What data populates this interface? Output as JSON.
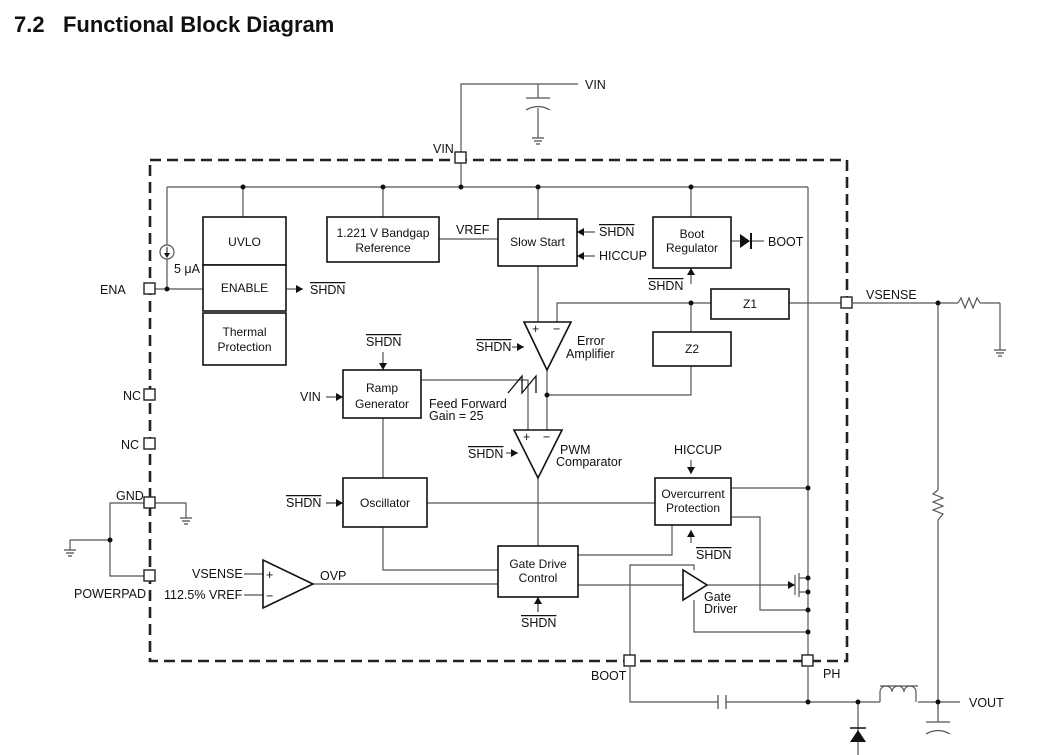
{
  "section": {
    "number": "7.2",
    "title": "Functional Block Diagram"
  },
  "blocks": {
    "uvlo": "UVLO",
    "enable": "ENABLE",
    "thermal": [
      "Thermal",
      "Protection"
    ],
    "bandgap": [
      "1.221 V Bandgap",
      "Reference"
    ],
    "slow_start": "Slow Start",
    "boot_regulator": [
      "Boot",
      "Regulator"
    ],
    "z1": "Z1",
    "z2": "Z2",
    "error_amp": [
      "Error",
      "Amplifier"
    ],
    "ramp": [
      "Ramp",
      "Generator"
    ],
    "pwm": [
      "PWM",
      "Comparator"
    ],
    "oscillator": "Oscillator",
    "overcurrent": [
      "Overcurrent",
      "Protection"
    ],
    "gate_drive_control": [
      "Gate Drive",
      "Control"
    ],
    "gate_driver": [
      "Gate",
      "Driver"
    ]
  },
  "pins": {
    "vin_top": "VIN",
    "vin_in": "VIN",
    "ena": "ENA",
    "nc1": "NC",
    "nc2": "NC",
    "gnd": "GND",
    "powerpad": "POWERPAD",
    "boot_pin": "BOOT",
    "ph": "PH",
    "vsense_out": "VSENSE",
    "vout": "VOUT"
  },
  "signals": {
    "current_source": "5 μA",
    "shdn": "SHDN",
    "vref": "VREF",
    "hiccup": "HICCUP",
    "boot": "BOOT",
    "vin_ramp": "VIN",
    "feed_forward": [
      "Feed Forward",
      "Gain = 25"
    ],
    "vsense_in": "VSENSE",
    "vref_pct": "112.5% VREF",
    "ovp": "OVP"
  }
}
